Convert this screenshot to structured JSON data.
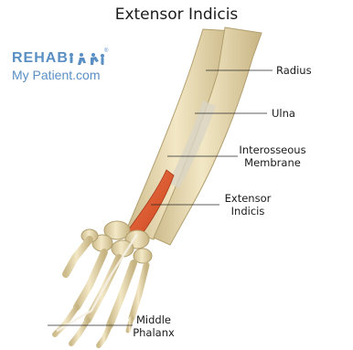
{
  "title": "Extensor Indicis",
  "logo": {
    "line1": "REHAB",
    "line2": "My Patient.com",
    "registered": "®"
  },
  "labels": {
    "radius": "Radius",
    "ulna": "Ulna",
    "interosseous_line1": "Interosseous",
    "interosseous_line2": "Membrane",
    "extensor_line1": "Extensor",
    "extensor_line2": "Indicis",
    "middle_line1": "Middle",
    "middle_line2": "Phalanx"
  },
  "colors": {
    "bone": "#e9dcb4",
    "bone_shade": "#c9b88a",
    "muscle": "#e2572c",
    "brand": "#5a8fc4",
    "leader": "#2a2a2a"
  }
}
